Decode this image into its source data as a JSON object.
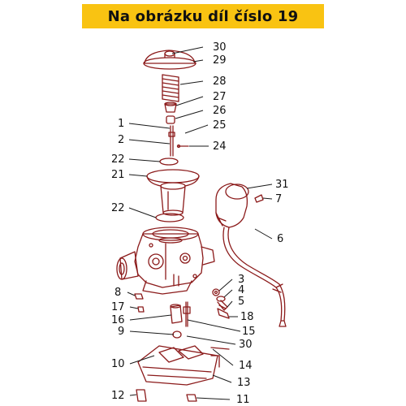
{
  "banner": {
    "title": "Na obrázku díl číslo 19",
    "color": "#f9c312"
  },
  "callouts": [
    "1",
    "2",
    "3",
    "4",
    "5",
    "6",
    "7",
    "8",
    "9",
    "10",
    "11",
    "12",
    "13",
    "14",
    "15",
    "16",
    "17",
    "18",
    "21",
    "22",
    "22",
    "23",
    "24",
    "25",
    "26",
    "27",
    "28",
    "29",
    "30",
    "31"
  ],
  "line_color": "#8b1a1a"
}
